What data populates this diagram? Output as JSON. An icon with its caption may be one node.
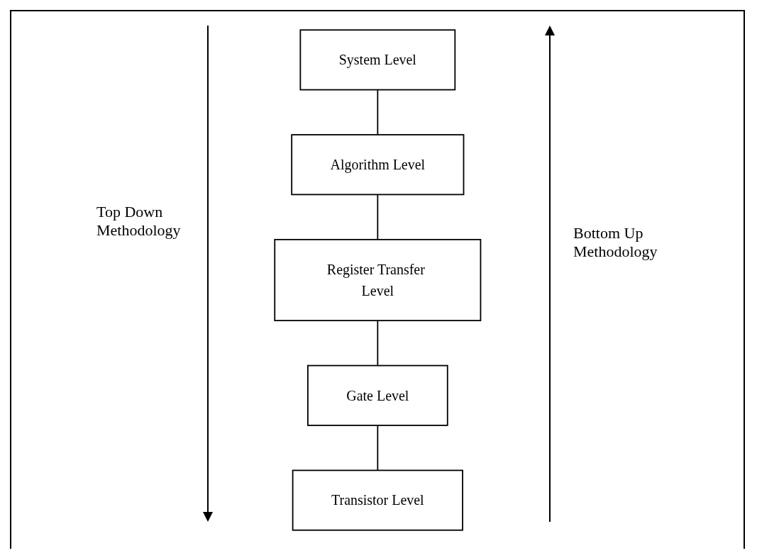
{
  "diagram": {
    "nodes": [
      {
        "text": [
          "System Level"
        ]
      },
      {
        "text": [
          "Algorithm Level"
        ]
      },
      {
        "text": [
          "Register Transfer Level"
        ]
      },
      {
        "text": [
          "Gate Level"
        ]
      },
      {
        "text": [
          "Transistor Level"
        ]
      }
    ],
    "edges": [
      {
        "from": 0,
        "to": 1,
        "arrow": "none"
      },
      {
        "from": 1,
        "to": 2,
        "arrow": "none"
      },
      {
        "from": 2,
        "to": 3,
        "arrow": "none"
      },
      {
        "from": 3,
        "to": 4,
        "arrow": "none"
      }
    ],
    "labels": [
      "Top Down Methodology",
      "Bottom Up Methodology"
    ]
  }
}
